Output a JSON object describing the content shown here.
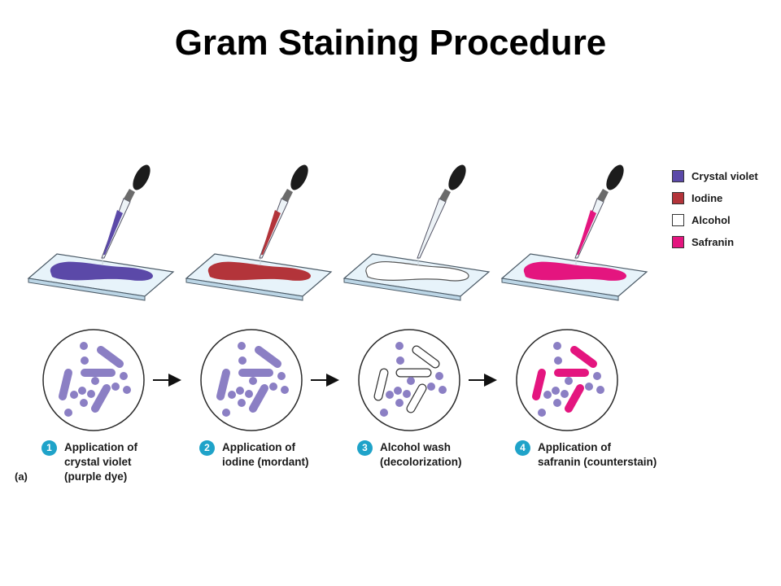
{
  "title": "Gram Staining Procedure",
  "colors": {
    "crystal_violet": "#5b49a8",
    "iodine": "#b3343a",
    "alcohol": "#ffffff",
    "safranin": "#e4157f",
    "cell_purple": "#8b7fc4",
    "step_badge": "#1fa3c9"
  },
  "legend": [
    {
      "label": "Crystal violet",
      "color": "#5b49a8"
    },
    {
      "label": "Iodine",
      "color": "#b3343a"
    },
    {
      "label": "Alcohol",
      "color": "#ffffff"
    },
    {
      "label": "Safranin",
      "color": "#e4157f"
    }
  ],
  "steps": [
    {
      "number": "1",
      "text": "Application of\ncrystal violet\n(purple dye)",
      "stain": "crystal_violet"
    },
    {
      "number": "2",
      "text": "Application of\niodine (mordant)",
      "stain": "iodine"
    },
    {
      "number": "3",
      "text": "Alcohol wash\n(decolorization)",
      "stain": "alcohol"
    },
    {
      "number": "4",
      "text": "Application of\nsafranin (counterstain)",
      "stain": "safranin"
    }
  ],
  "panel_label": "(a)",
  "icons": [
    "dropper-icon",
    "slide-icon",
    "arrow-right-icon"
  ]
}
